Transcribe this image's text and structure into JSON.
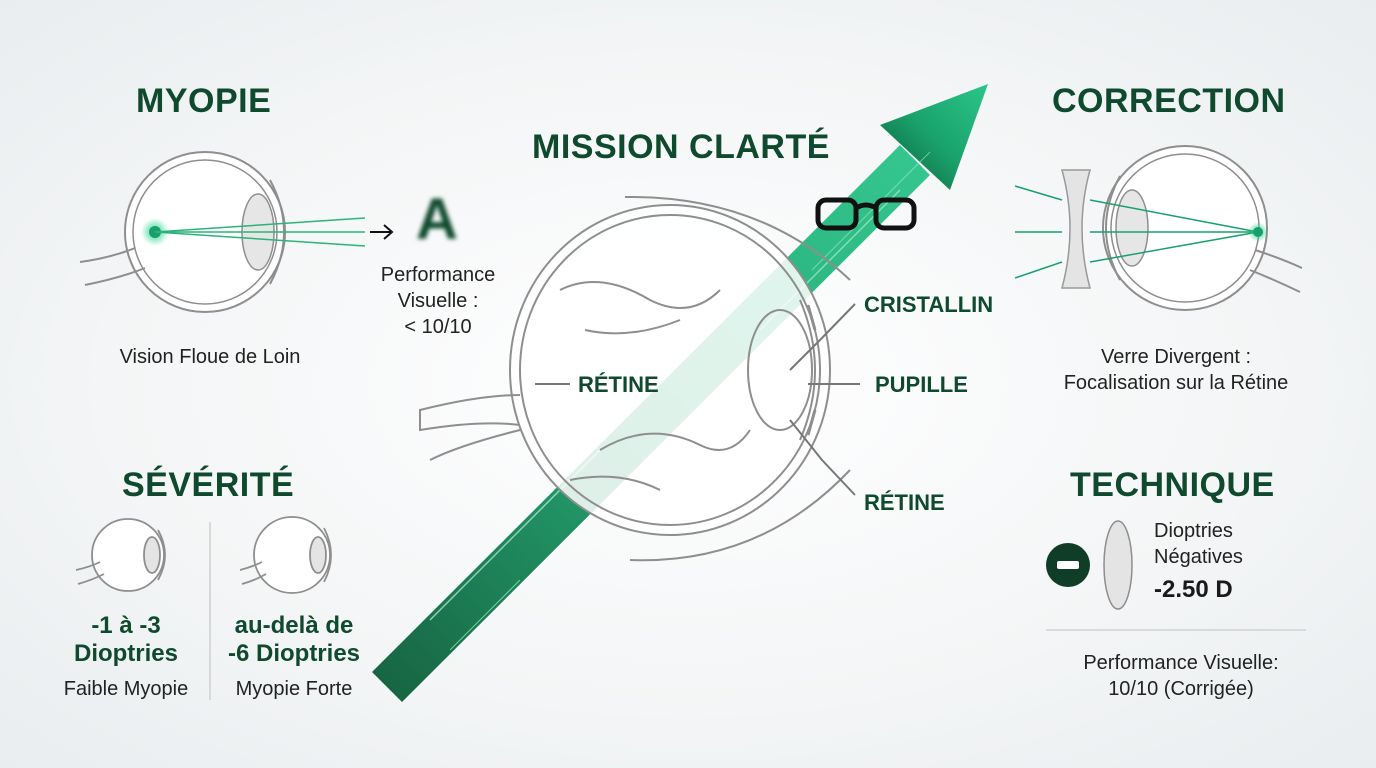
{
  "center": {
    "title": "MISSION CLARTÉ",
    "lbl_cristallin": "CRISTALLIN",
    "lbl_pupille": "PUPILLE",
    "lbl_retine_left": "RÉTINE",
    "lbl_retine_right": "RÉTINE"
  },
  "myopie": {
    "title": "MYOPIE",
    "caption": "Vision Floue de Loin",
    "letter": "A",
    "perf_line1": "Performance",
    "perf_line2": "Visuelle :",
    "perf_line3": "< 10/10"
  },
  "correction": {
    "title": "CORRECTION",
    "caption_line1": "Verre Divergent :",
    "caption_line2": "Focalisation sur la Rétine"
  },
  "severite": {
    "title": "SÉVÉRITÉ",
    "low": {
      "range_line1": "-1 à -3",
      "range_line2": "Dioptries",
      "label": "Faible Myopie"
    },
    "high": {
      "range_line1": "au-delà de",
      "range_line2": "-6 Dioptries",
      "label": "Myopie Forte"
    }
  },
  "technique": {
    "title": "TECHNIQUE",
    "text_line1": "Dioptries",
    "text_line2": "Négatives",
    "value": "-2.50 D",
    "perf_line1": "Performance Visuelle:",
    "perf_line2": "10/10 (Corrigée)"
  },
  "colors": {
    "dark_green": "#0f4a2e",
    "accent_green": "#18a06a",
    "line_gray": "#9a9a9a"
  },
  "icons": [
    "eye-diagram-icon",
    "glasses-icon",
    "arrow-icon",
    "minus-icon",
    "concave-lens-icon"
  ]
}
